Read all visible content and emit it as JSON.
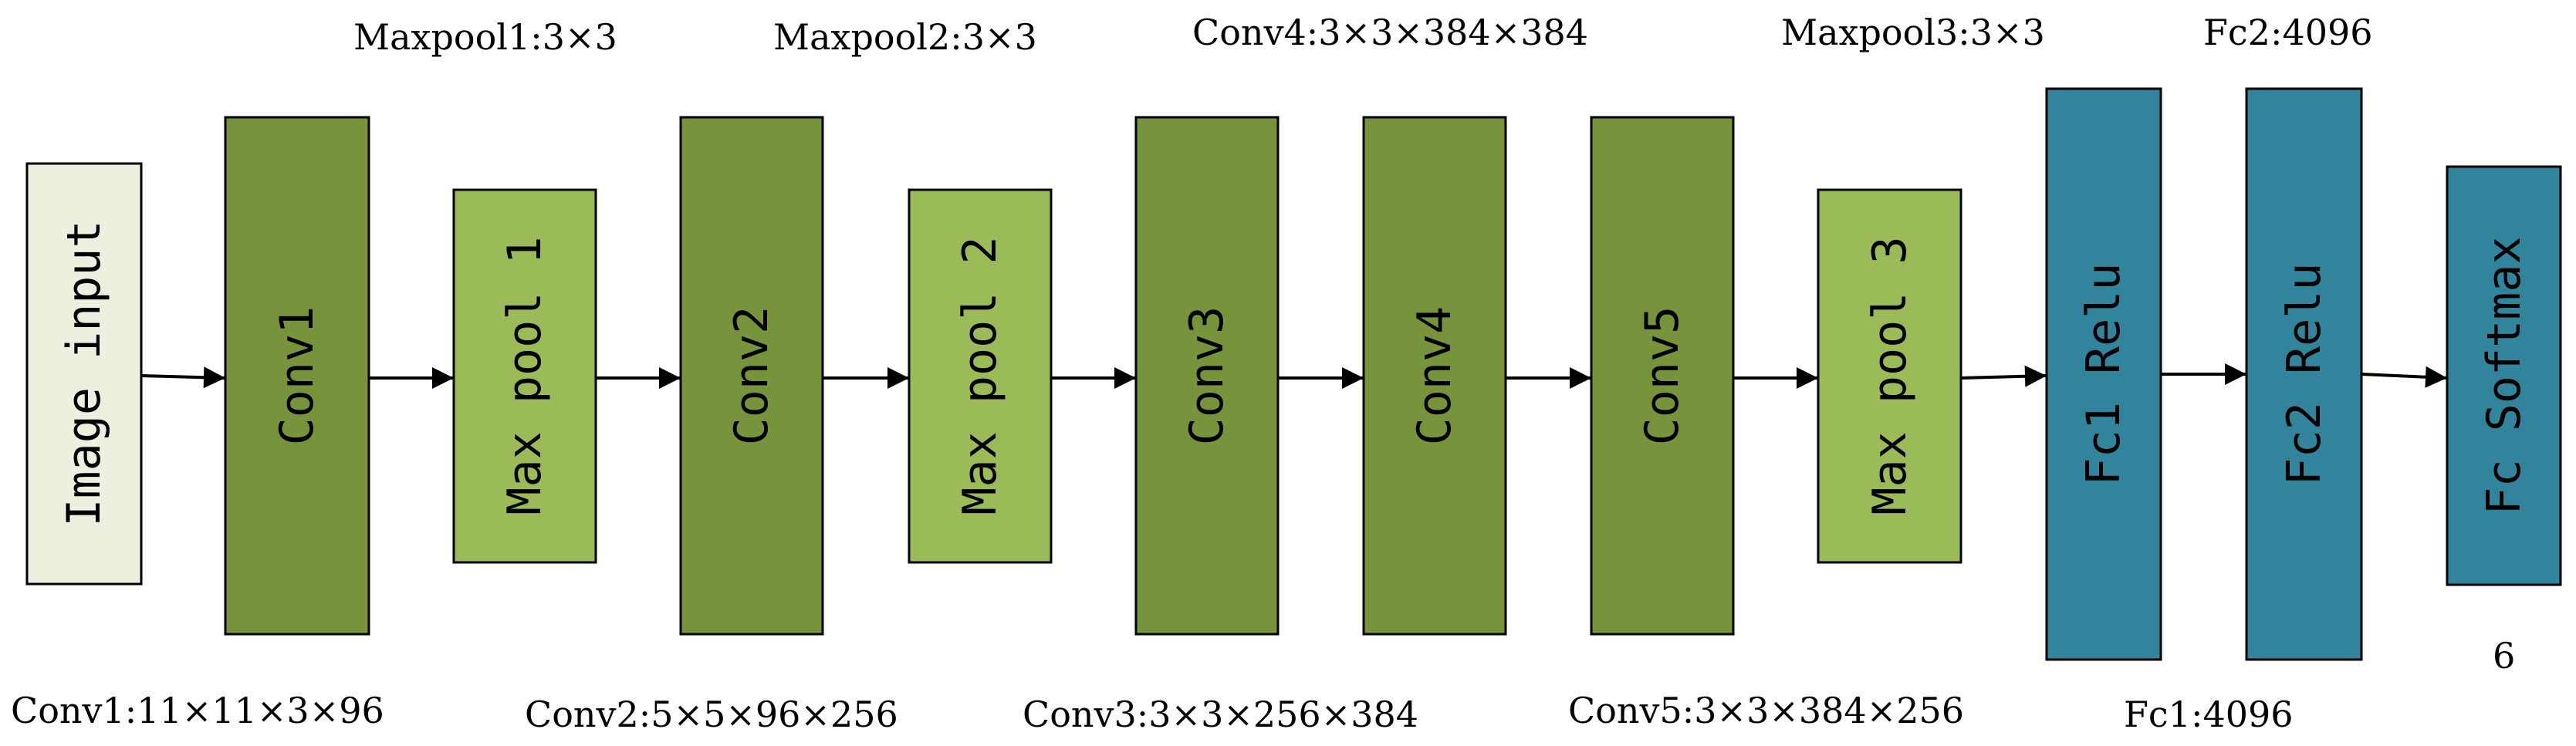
{
  "colors": {
    "input_fill": "#EBF1DE",
    "conv_fill": "#77933C",
    "pool_fill": "#9BBB59",
    "fc_fill": "#31849B",
    "line": "#000000"
  },
  "blocks": [
    {
      "id": "image-input",
      "label": "Image input",
      "kind": "input"
    },
    {
      "id": "conv1",
      "label": "Conv1",
      "kind": "conv"
    },
    {
      "id": "maxpool1",
      "label": "Max pool 1",
      "kind": "pool"
    },
    {
      "id": "conv2",
      "label": "Conv2",
      "kind": "conv"
    },
    {
      "id": "maxpool2",
      "label": "Max pool 2",
      "kind": "pool"
    },
    {
      "id": "conv3",
      "label": "Conv3",
      "kind": "conv"
    },
    {
      "id": "conv4",
      "label": "Conv4",
      "kind": "conv"
    },
    {
      "id": "conv5",
      "label": "Conv5",
      "kind": "conv"
    },
    {
      "id": "maxpool3",
      "label": "Max pool 3",
      "kind": "pool"
    },
    {
      "id": "fc1-relu",
      "label": "Fc1 Relu",
      "kind": "fc"
    },
    {
      "id": "fc2-relu",
      "label": "Fc2 Relu",
      "kind": "fc"
    },
    {
      "id": "fc-softmax",
      "label": "Fc Softmax",
      "kind": "fc"
    }
  ],
  "annotations": {
    "maxpool1": "Maxpool1:3×3",
    "maxpool2": "Maxpool2:3×3",
    "conv4": "Conv4:3×3×384×384",
    "maxpool3": "Maxpool3:3×3",
    "fc2": "Fc2:4096",
    "conv1": "Conv1:11×11×3×96",
    "conv2": "Conv2:5×5×96×256",
    "conv3": "Conv3:3×3×256×384",
    "conv5": "Conv5:3×3×384×256",
    "fc1": "Fc1:4096",
    "output": "6"
  }
}
